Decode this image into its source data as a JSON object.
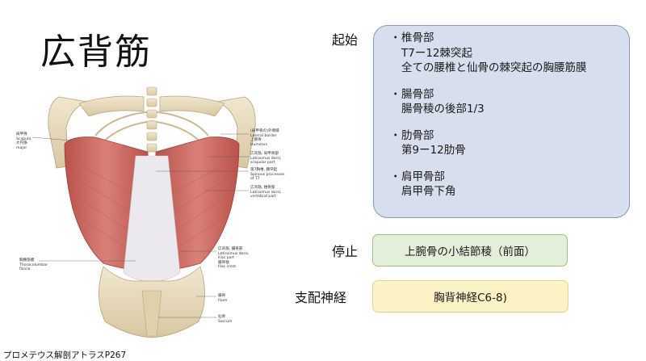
{
  "slide": {
    "title": "広背筋",
    "caption": "プロメテウス解剖アトラスP267",
    "figure_labels": {
      "left_top": [
        "肩甲骨",
        "Scapula",
        "大円筋",
        "major"
      ],
      "left_bottom": [
        "胸腰筋膜",
        "Thoracolumbar",
        "fascia"
      ],
      "right_1": [
        "(肩甲骨の)外側縁",
        "Lateral border",
        "上腕骨",
        "Humerus"
      ],
      "right_2": [
        "広背筋, 肩甲骨部",
        "Latissimus dorsi,",
        "scapular part"
      ],
      "right_3": [
        "第7胸椎, 棘突起",
        "Spinous processes",
        "of T7"
      ],
      "right_4": [
        "広背筋, 椎骨部",
        "Latissimus dorsi,",
        "vertebral part"
      ],
      "right_5": [
        "広背筋, 腸骨部",
        "Latissimus dorsi,",
        "iliac part",
        "腸骨稜",
        "Iliac crest"
      ],
      "right_6": [
        "腸骨",
        "Ilium"
      ],
      "right_7": [
        "仙骨",
        "Sacrum"
      ]
    },
    "origin": {
      "label": "起始",
      "items": [
        {
          "bullet": "・",
          "lines": [
            "椎骨部",
            "T7ー12棘突起",
            "全ての腰椎と仙骨の棘突起の胸腰筋膜"
          ]
        },
        {
          "bullet": "・",
          "lines": [
            "腸骨部",
            "腸骨稜の後部1/3"
          ]
        },
        {
          "bullet": "・",
          "lines": [
            "肋骨部",
            "第9ー12肋骨"
          ]
        },
        {
          "bullet": "・",
          "lines": [
            "肩甲骨部",
            "肩甲骨下角"
          ]
        }
      ]
    },
    "insertion": {
      "label": "停止",
      "text": "上腕骨の小結節稜（前面）"
    },
    "nerve": {
      "label": "支配神経",
      "text": "胸背神経C6-8)"
    },
    "colors": {
      "origin_box": "#d7dfee",
      "origin_border": "#8797ba",
      "insertion_box": "#e3efd8",
      "insertion_border": "#9cbf83",
      "nerve_box": "#fbf2c5",
      "nerve_border": "#e3d48a",
      "muscle": "#c9655b",
      "bone": "#e8dcc0"
    }
  }
}
